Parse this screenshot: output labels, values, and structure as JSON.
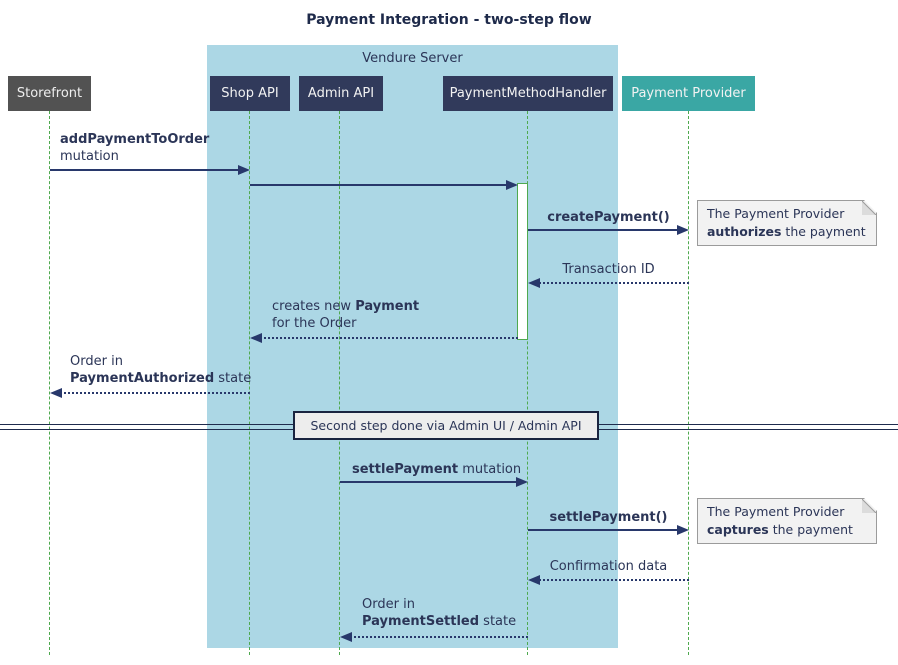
{
  "title": "Payment Integration - two-step flow",
  "frame": {
    "label": "Vendure Server"
  },
  "participants": [
    {
      "id": "storefront",
      "label": "Storefront",
      "color": "#525252"
    },
    {
      "id": "shop-api",
      "label": "Shop API",
      "color": "#313a5b"
    },
    {
      "id": "admin-api",
      "label": "Admin API",
      "color": "#313a5b"
    },
    {
      "id": "payment-method-handler",
      "label": "PaymentMethodHandler",
      "color": "#313a5b"
    },
    {
      "id": "payment-provider",
      "label": "Payment Provider",
      "color": "#3aa7a4"
    }
  ],
  "messages": [
    {
      "bold": "addPaymentToOrder",
      "line2": "mutation",
      "type": "solid",
      "from": "Storefront",
      "to": "Shop API"
    },
    {
      "type": "solid",
      "from": "Shop API",
      "to": "PaymentMethodHandler"
    },
    {
      "bold": "createPayment()",
      "type": "solid",
      "from": "PaymentMethodHandler",
      "to": "Payment Provider"
    },
    {
      "label": "Transaction ID",
      "type": "dotted",
      "from": "Payment Provider",
      "to": "PaymentMethodHandler"
    },
    {
      "pre": "creates new ",
      "bold": "Payment",
      "line2": "for the Order",
      "type": "dotted",
      "from": "PaymentMethodHandler",
      "to": "Shop API"
    },
    {
      "line1": "Order in",
      "bold": "PaymentAuthorized",
      "post": " state",
      "type": "dotted",
      "from": "Shop API",
      "to": "Storefront"
    },
    {
      "bold": "settlePayment",
      "post": " mutation",
      "type": "solid",
      "from": "Admin API",
      "to": "PaymentMethodHandler"
    },
    {
      "bold": "settlePayment()",
      "type": "solid",
      "from": "PaymentMethodHandler",
      "to": "Payment Provider"
    },
    {
      "label": "Confirmation data",
      "type": "dotted",
      "from": "Payment Provider",
      "to": "PaymentMethodHandler"
    },
    {
      "line1": "Order in",
      "bold": "PaymentSettled",
      "post": " state",
      "type": "dotted",
      "from": "PaymentMethodHandler",
      "to": "Admin API"
    }
  ],
  "notes": [
    {
      "line1": "The Payment Provider",
      "bold": "authorizes",
      "post": " the payment"
    },
    {
      "line1": "The Payment Provider",
      "bold": "captures",
      "post": " the payment"
    }
  ],
  "divider": {
    "label": "Second step done via Admin UI / Admin API"
  },
  "colors": {
    "frame_bg": "#acd7e5",
    "participant_navy": "#313a5b",
    "participant_gray": "#525252",
    "participant_teal": "#3aa7a4",
    "lifeline_green": "#4fa94f",
    "arrow_navy": "#28386b",
    "note_bg": "#f2f2f2",
    "note_border": "#9b9b9b",
    "divider_bg": "#ededed",
    "text_navy": "#2b3557"
  }
}
